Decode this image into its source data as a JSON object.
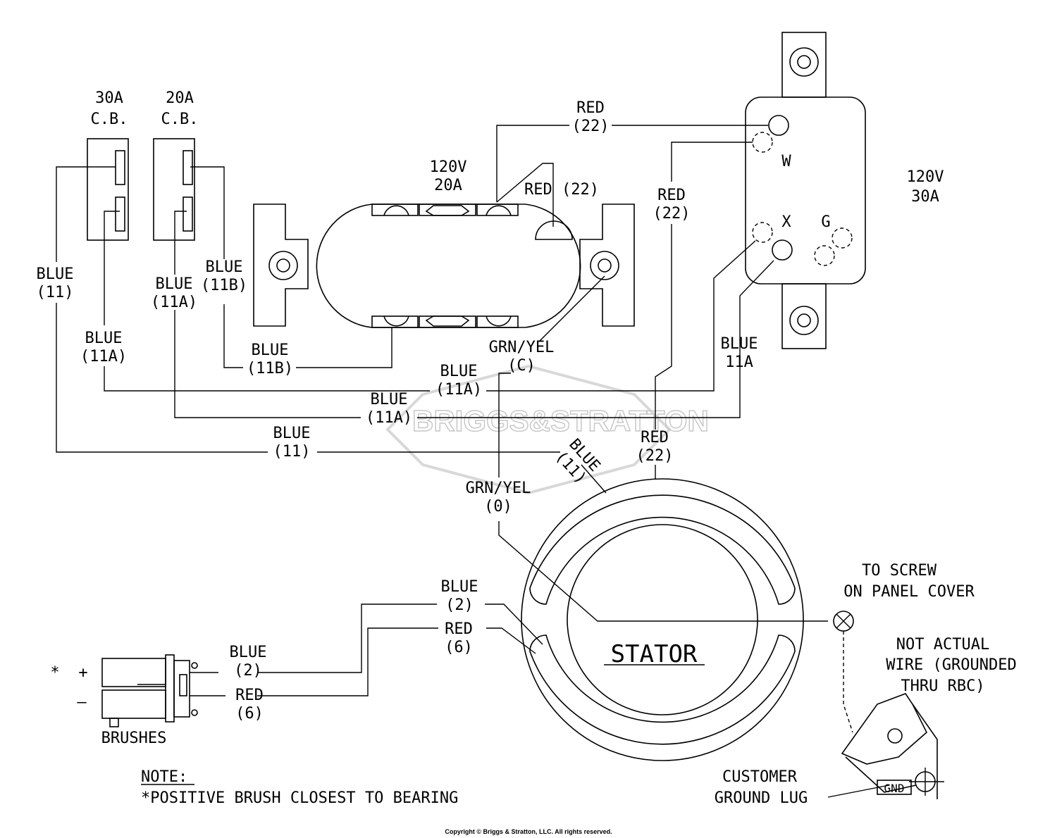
{
  "breakers": {
    "cb30": {
      "line1": "30A",
      "line2": "C.B."
    },
    "cb20": {
      "line1": "20A",
      "line2": "C.B."
    }
  },
  "receptacles": {
    "duplex": {
      "line1": "120V",
      "line2": "20A"
    },
    "twistlock": {
      "line1": "120V",
      "line2": "30A",
      "terminal_w": "W",
      "terminal_x": "X",
      "terminal_g": "G"
    }
  },
  "wires": {
    "red22_top": {
      "color": "RED",
      "num": "(22)"
    },
    "red22_duplex": {
      "text": "RED (22)"
    },
    "red22_side": {
      "color": "RED",
      "num": "(22)"
    },
    "red22_stator": {
      "color": "RED",
      "num": "(22)"
    },
    "blue11_left": {
      "color": "BLUE",
      "num": "(11)"
    },
    "blue11b_cb": {
      "color": "BLUE",
      "num": "(11B)"
    },
    "blue11a_cb": {
      "color": "BLUE",
      "num": "(11A)"
    },
    "blue11a_left": {
      "color": "BLUE",
      "num": "(11A)"
    },
    "blue11b_low": {
      "color": "BLUE",
      "num": "(11B)"
    },
    "grnyel_c": {
      "color": "GRN/YEL",
      "num": "(C)"
    },
    "blue11a_right": {
      "color": "BLUE",
      "num": "11A"
    },
    "blue11a_mid": {
      "color": "BLUE",
      "num": "(11A)"
    },
    "blue11a_low": {
      "color": "BLUE",
      "num": "(11A)"
    },
    "blue11_bottom": {
      "color": "BLUE",
      "num": "(11)"
    },
    "blue11_diag": {
      "color": "BLUE",
      "num": "(11)"
    },
    "grnyel_0": {
      "color": "GRN/YEL",
      "num": "(0)"
    },
    "blue2_stator": {
      "color": "BLUE",
      "num": "(2)"
    },
    "red6_stator": {
      "color": "RED",
      "num": "(6)"
    },
    "blue2_brush": {
      "color": "BLUE",
      "num": "(2)"
    },
    "red6_brush": {
      "color": "RED",
      "num": "(6)"
    }
  },
  "stator": {
    "label": "STATOR"
  },
  "brushes": {
    "label": "BRUSHES",
    "asterisk": "*",
    "plus": "+",
    "minus": "—"
  },
  "ground": {
    "to_screw_1": "TO SCREW",
    "to_screw_2": "ON PANEL COVER",
    "not_actual_1": "NOT ACTUAL",
    "not_actual_2": "WIRE (GROUNDED",
    "not_actual_3": "THRU RBC)",
    "lug_1": "CUSTOMER",
    "lug_2": "GROUND LUG",
    "gnd": "GND"
  },
  "note": {
    "title": "NOTE:",
    "text": "*POSITIVE BRUSH CLOSEST TO BEARING"
  },
  "watermark": {
    "text": "BRIGGS&STRATTON"
  },
  "copyright": "Copyright © Briggs & Stratton, LLC. All rights reserved.",
  "colors": {
    "ink": "#000000",
    "watermark": "#c8c8c8",
    "background": "#ffffff"
  }
}
